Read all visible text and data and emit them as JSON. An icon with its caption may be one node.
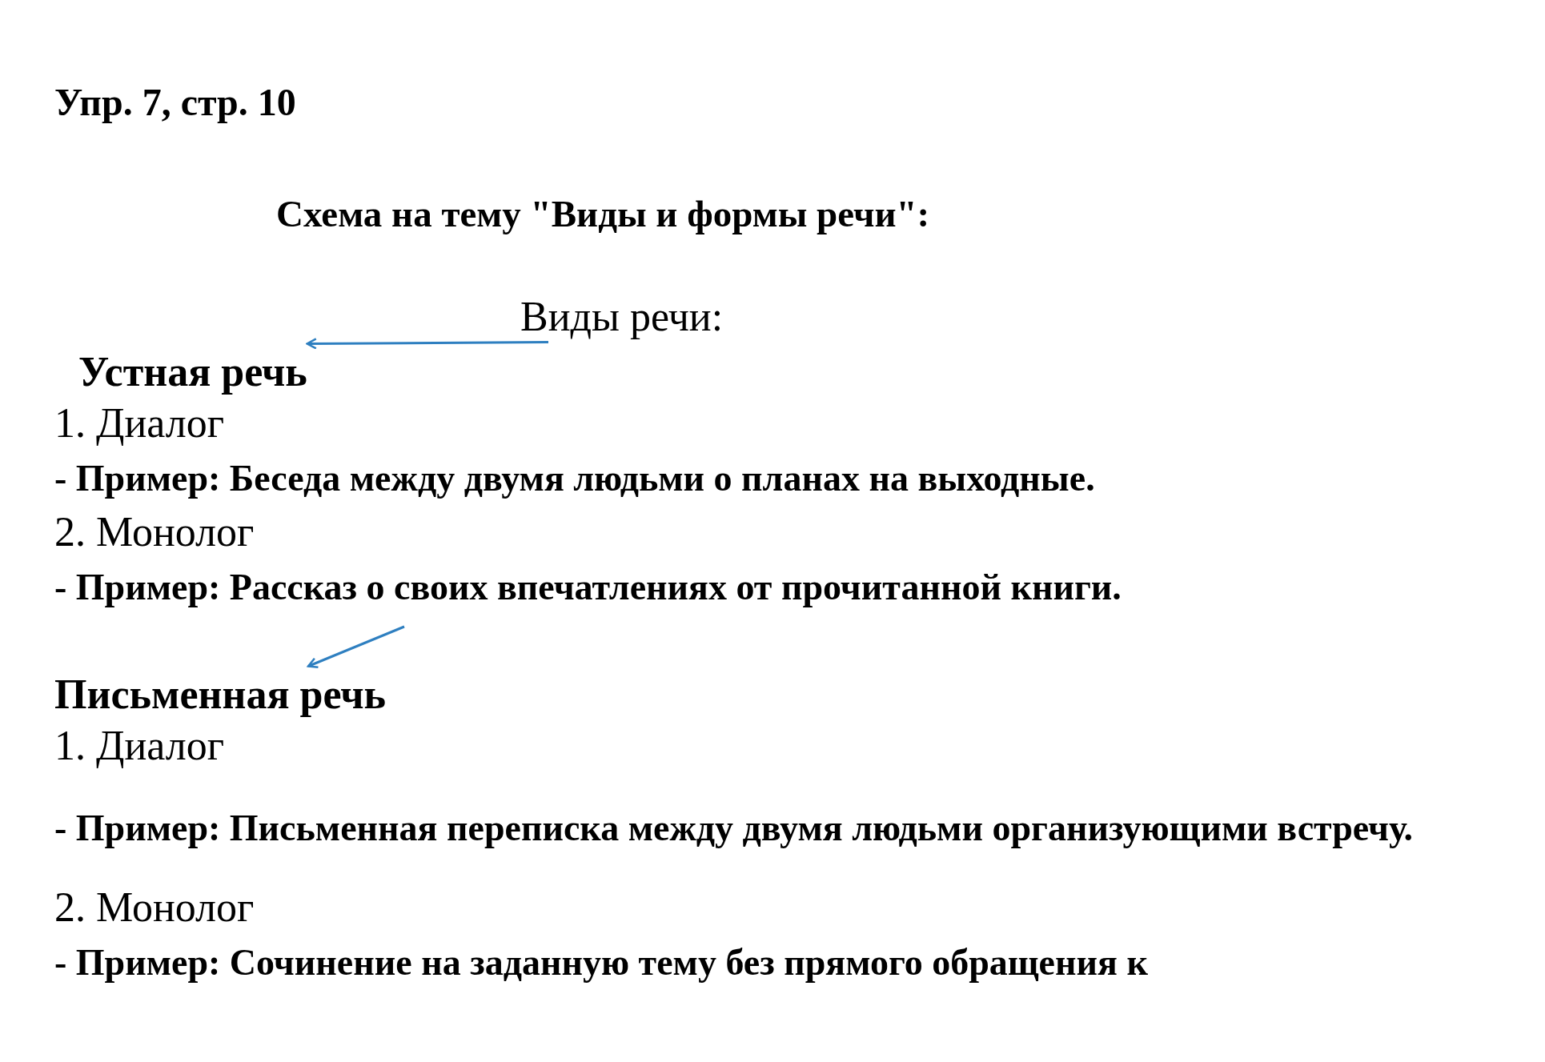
{
  "diagram": {
    "title": "Схема на тему \"Виды и формы речи\":",
    "nodes": [
      {
        "text": [
          "Виды речи:"
        ]
      },
      {
        "text": [
          "Устная речь"
        ]
      },
      {
        "text": [
          "Письменная речь"
        ]
      }
    ],
    "edges": [
      {
        "from": 0,
        "to": 1,
        "arrow": "to"
      },
      {
        "from": null,
        "to": 2,
        "arrow": "to"
      }
    ],
    "labels": [
      "Упр. 7, стр. 10",
      "1. Диалог",
      "- Пример: Беседа между двумя людьми о планах на выходные.",
      "2. Монолог",
      "- Пример: Рассказ о своих впечатлениях от прочитанной книги.",
      "1. Диалог",
      "- Пример: Письменная переписка между двумя людьми организующими встречу.",
      "2. Монолог",
      "- Пример: Сочинение на заданную тему без прямого обращения к"
    ]
  }
}
